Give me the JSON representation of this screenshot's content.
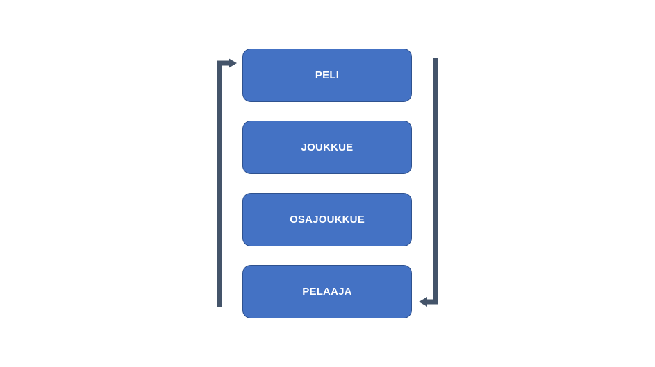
{
  "diagram": {
    "boxes": [
      {
        "label": "PELI"
      },
      {
        "label": "JOUKKUE"
      },
      {
        "label": "OSAJOUKKUE"
      },
      {
        "label": "PELAAJA"
      }
    ],
    "colors": {
      "box_fill": "#4472c4",
      "box_border": "#2f528f",
      "box_text": "#ffffff",
      "arrow": "#44546a"
    }
  }
}
